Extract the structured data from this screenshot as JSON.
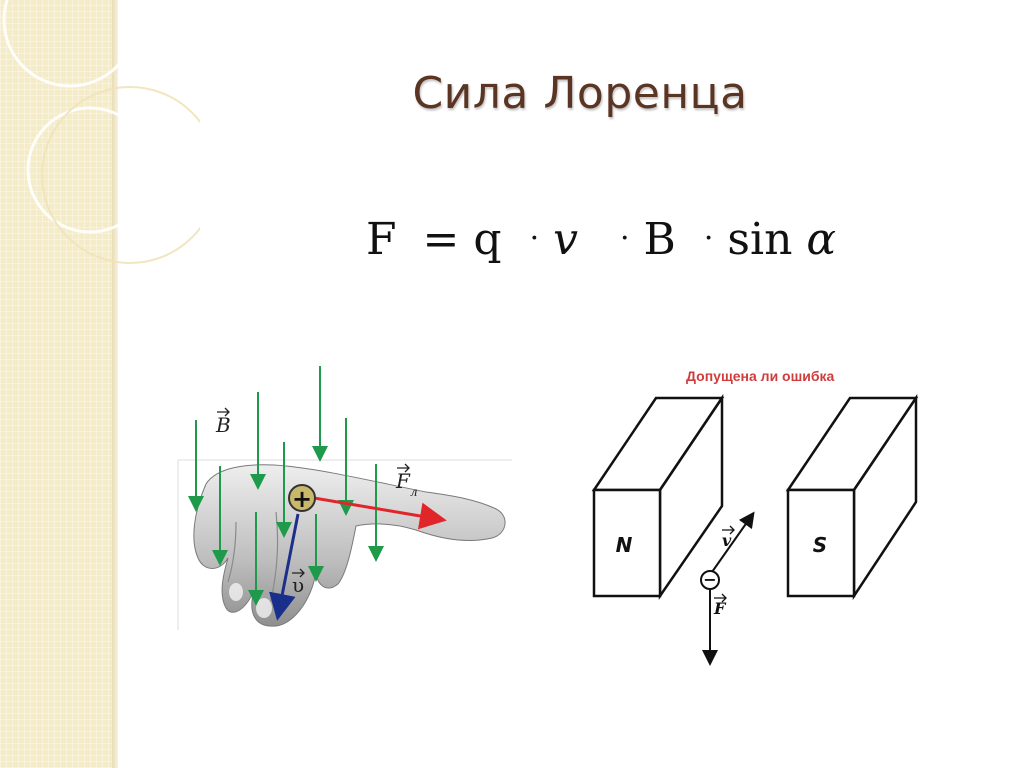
{
  "slide": {
    "title": "Сила Лоренца",
    "formula": {
      "F": "F",
      "eq": "=",
      "q": "q",
      "v": "v",
      "dot": "·",
      "B": "B",
      "sin": "sin",
      "alpha": "α"
    }
  },
  "hand_figure": {
    "labels": {
      "B": "B",
      "F": "F",
      "F_sub": "л",
      "v": "υ",
      "charge": "+"
    }
  },
  "magnets_figure": {
    "caption": "Допущена ли ошибка",
    "labels": {
      "N": "N",
      "S": "S",
      "v": "v",
      "F": "F",
      "charge": "−"
    }
  },
  "colors": {
    "title": "#5a3524",
    "field_arrows": "#1f9a4a",
    "force_arrow": "#e0262b",
    "velocity_arrow": "#1a2f8c",
    "caption": "#cf3c3c"
  }
}
